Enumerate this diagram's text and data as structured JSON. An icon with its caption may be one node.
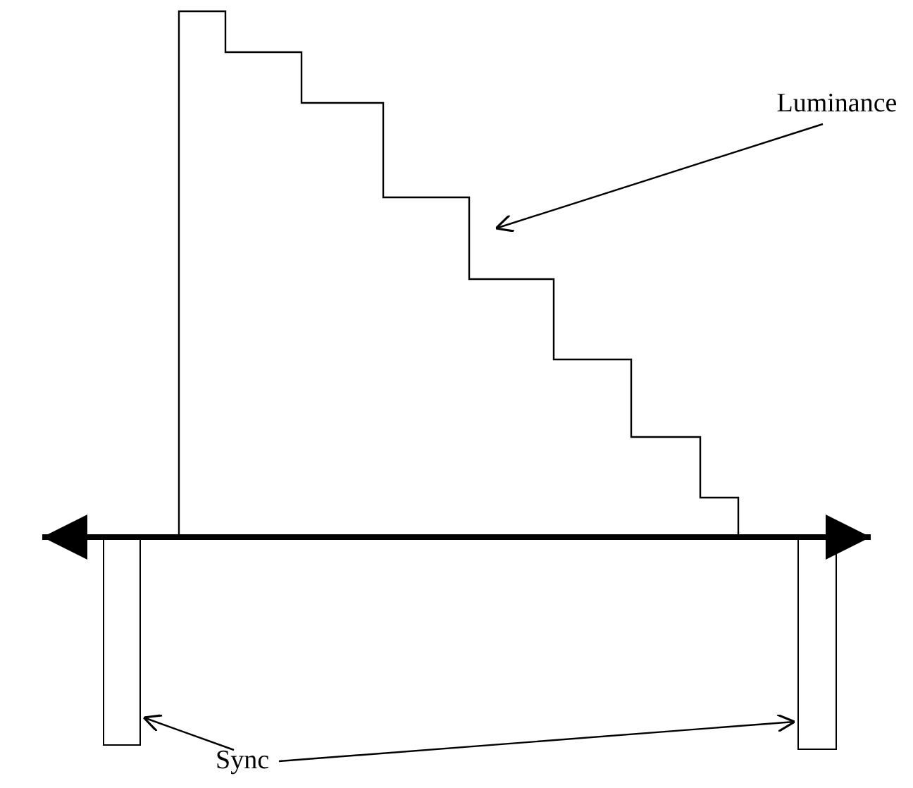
{
  "diagram": {
    "nodes": [
      {
        "text": [
          "Luminance"
        ]
      },
      {
        "text": [],
        "shape": "picture"
      },
      {
        "text": [
          "Sync"
        ]
      },
      {
        "text": [],
        "shape": "bar"
      },
      {
        "text": [],
        "shape": "bar"
      }
    ],
    "edges": [
      {
        "from": 0,
        "to": 1,
        "arrow": "to"
      },
      {
        "from": 2,
        "to": 3,
        "arrow": "to"
      },
      {
        "from": 2,
        "to": 4,
        "arrow": "to"
      }
    ]
  }
}
